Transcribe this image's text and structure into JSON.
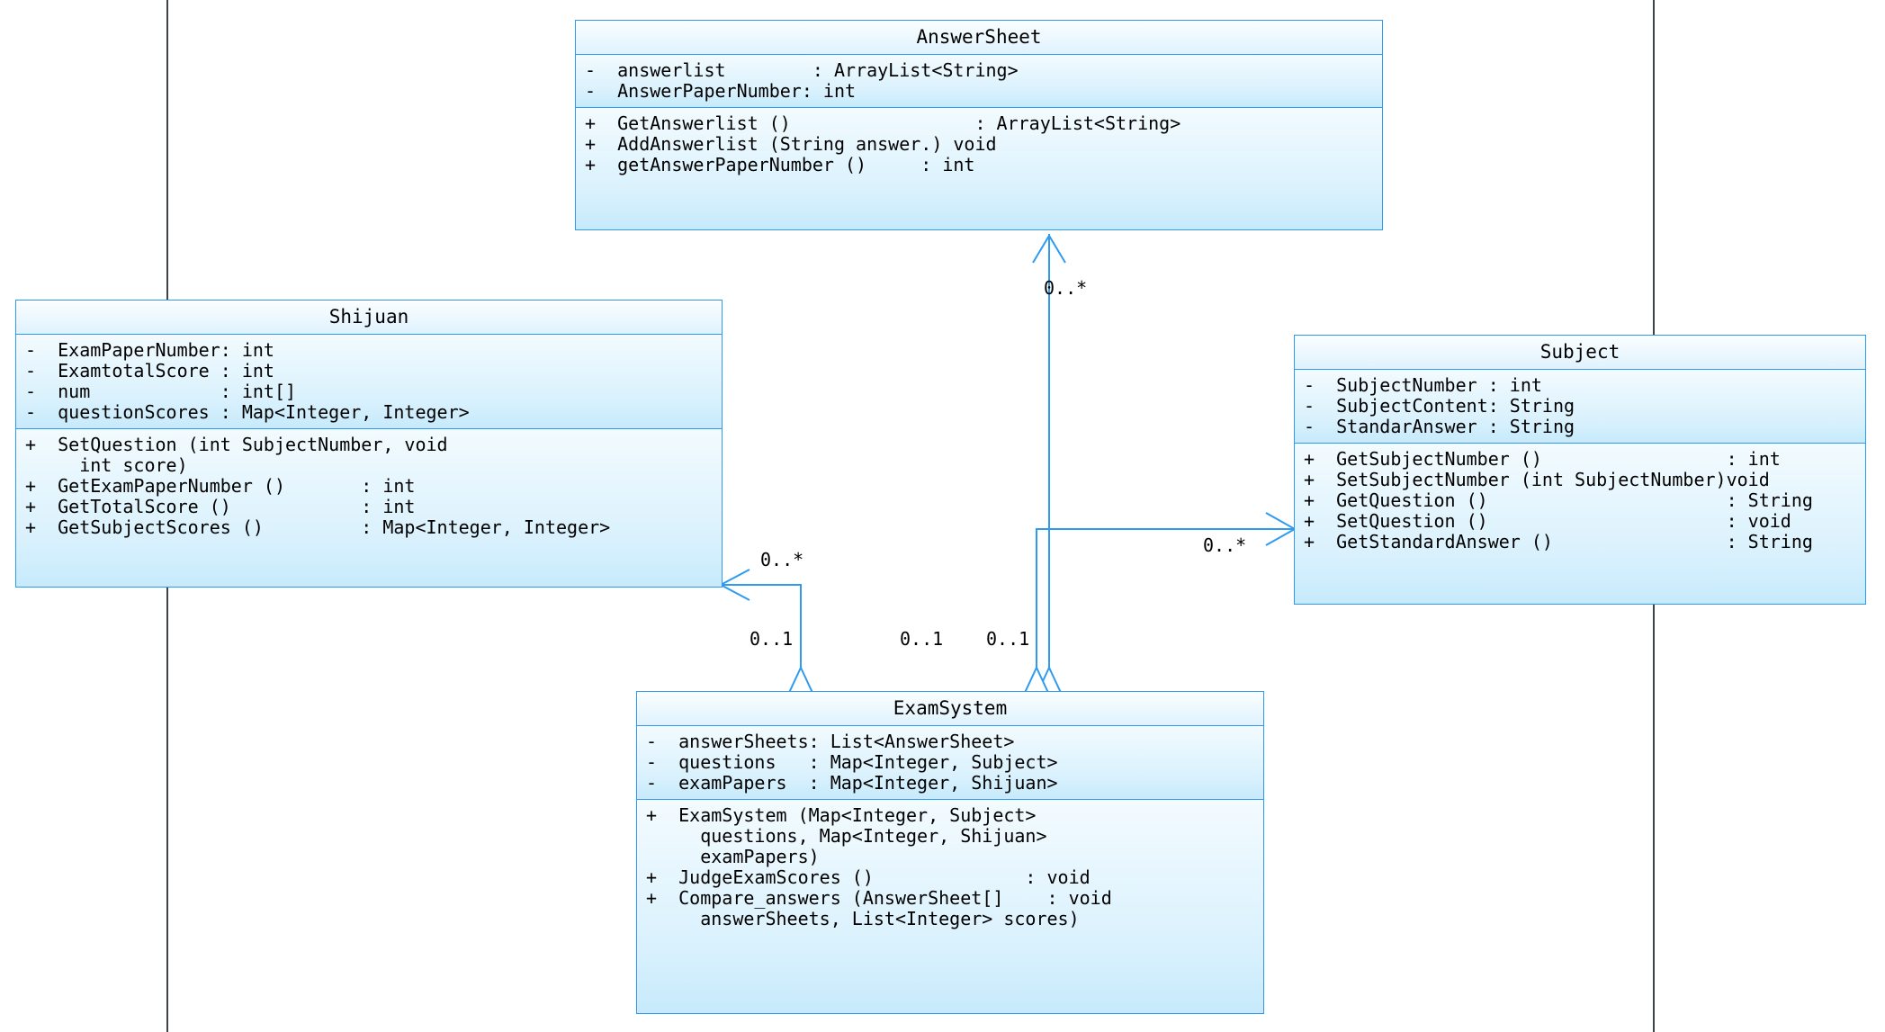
{
  "diagram": {
    "type": "uml-class-diagram",
    "accent_color": "#2e9bf0",
    "fill_color": "#bfe6fb",
    "guide_color": "#3d4148"
  },
  "classes": {
    "answersheet": {
      "name": "AnswerSheet",
      "attributes": [
        "-  answerlist        : ArrayList<String>",
        "-  AnswerPaperNumber: int"
      ],
      "methods": [
        "+  GetAnswerlist ()                 : ArrayList<String>",
        "+  AddAnswerlist (String answer.) void",
        "+  getAnswerPaperNumber ()     : int"
      ]
    },
    "shijuan": {
      "name": "Shijuan",
      "attributes": [
        "-  ExamPaperNumber: int",
        "-  ExamtotalScore : int",
        "-  num            : int[]",
        "-  questionScores : Map<Integer, Integer>"
      ],
      "methods": [
        "+  SetQuestion (int SubjectNumber, void",
        "     int score)",
        "+  GetExamPaperNumber ()       : int",
        "+  GetTotalScore ()            : int",
        "+  GetSubjectScores ()         : Map<Integer, Integer>"
      ]
    },
    "subject": {
      "name": "Subject",
      "attributes": [
        "-  SubjectNumber : int",
        "-  SubjectContent: String",
        "-  StandarAnswer : String"
      ],
      "methods": [
        "+  GetSubjectNumber ()                 : int",
        "+  SetSubjectNumber (int SubjectNumber)void",
        "+  GetQuestion ()                      : String",
        "+  SetQuestion ()                      : void",
        "+  GetStandardAnswer ()                : String"
      ]
    },
    "examsystem": {
      "name": "ExamSystem",
      "attributes": [
        "-  answerSheets: List<AnswerSheet>",
        "-  questions   : Map<Integer, Subject>",
        "-  examPapers  : Map<Integer, Shijuan>"
      ],
      "methods": [
        "+  ExamSystem (Map<Integer, Subject>",
        "     questions, Map<Integer, Shijuan>",
        "     examPapers)",
        "+  JudgeExamScores ()              : void",
        "+  Compare_answers (AnswerSheet[]    : void",
        "     answerSheets, List<Integer> scores)"
      ]
    }
  },
  "multiplicities": {
    "answersheet_end": "0..*",
    "shijuan_end": "0..*",
    "subject_end": "0..*",
    "examsystem_to_shijuan": "0..1",
    "examsystem_to_answersheet": "0..1",
    "examsystem_to_subject": "0..1"
  }
}
